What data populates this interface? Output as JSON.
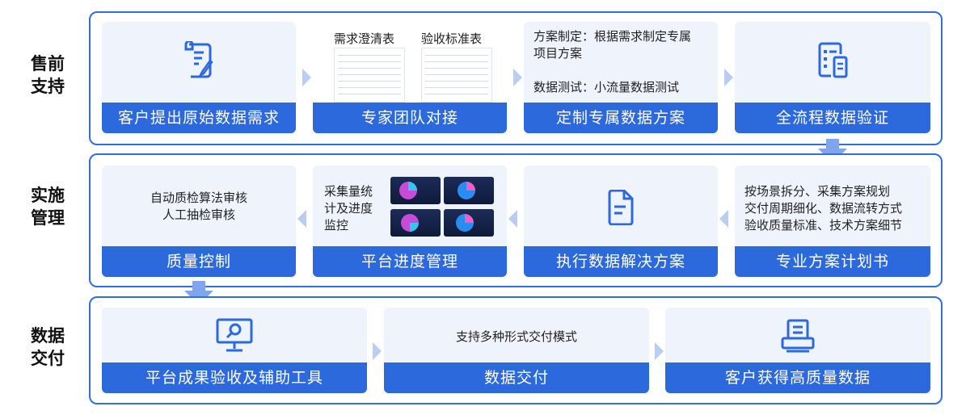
{
  "stages": [
    {
      "label": "售前\n支持",
      "cards": [
        {
          "footer": "客户提出原始数据需求",
          "icon": "document-quill-icon"
        },
        {
          "footer": "专家团队对接",
          "doc_titles": [
            "需求澄清表",
            "验收标准表"
          ]
        },
        {
          "footer": "定制专属数据方案",
          "text_lines": [
            "方案制定：根据需求制定专属",
            "项目方案",
            "",
            "数据测试：小流量数据测试"
          ]
        },
        {
          "footer": "全流程数据验证",
          "icon": "checklist-document-icon"
        }
      ]
    },
    {
      "label": "实施\n管理",
      "cards": [
        {
          "footer": "质量控制",
          "text_lines": [
            "自动质检算法审核",
            "人工抽检审核"
          ]
        },
        {
          "footer": "平台进度管理",
          "text_lines": [
            "采集量统",
            "计及进度",
            "监控"
          ]
        },
        {
          "footer": "执行数据解决方案",
          "icon": "text-document-icon"
        },
        {
          "footer": "专业方案计划书",
          "text_lines": [
            "按场景拆分、采集方案规划",
            "交付周期细化、数据流转方式",
            "验收质量标准、技术方案细节"
          ]
        }
      ]
    },
    {
      "label": "数据\n交付",
      "cards": [
        {
          "footer": "平台成果验收及辅助工具",
          "icon": "monitor-search-icon"
        },
        {
          "footer": "数据交付",
          "text_lines": [
            "支持多种形式交付模式"
          ]
        },
        {
          "footer": "客户获得高质量数据",
          "icon": "printer-document-icon"
        }
      ]
    }
  ],
  "colors": {
    "accent": "#2c69dd",
    "panel_border": "#2f6fe0",
    "card_bg": "#eef3fc",
    "arrow": "#b9cdf3"
  }
}
